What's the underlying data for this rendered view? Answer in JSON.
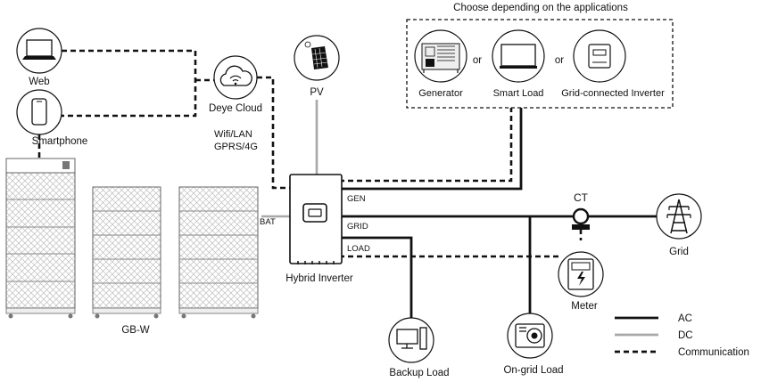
{
  "header": {
    "title": "Choose depending on the applications"
  },
  "options": {
    "generator": "Generator",
    "smart_load": "Smart Load",
    "grid_inverter": "Grid-connected Inverter",
    "or": "or"
  },
  "nodes": {
    "web": "Web",
    "smartphone": "Smartphone",
    "cloud": "Deye Cloud",
    "pv": "PV",
    "comm_line1": "Wifi/LAN",
    "comm_line2": "GPRS/4G",
    "inverter": "Hybrid Inverter",
    "battery": "GB-W",
    "bat_port": "BAT",
    "gen_port": "GEN",
    "grid_port": "GRID",
    "load_port": "LOAD",
    "ct": "CT",
    "grid": "Grid",
    "meter": "Meter",
    "backup_load": "Backup Load",
    "ongrid_load": "On-grid Load"
  },
  "legend": {
    "ac": "AC",
    "dc": "DC",
    "comm": "Communication"
  },
  "colors": {
    "ac": "#111111",
    "dc": "#a8a8a8",
    "comm": "#111111"
  }
}
